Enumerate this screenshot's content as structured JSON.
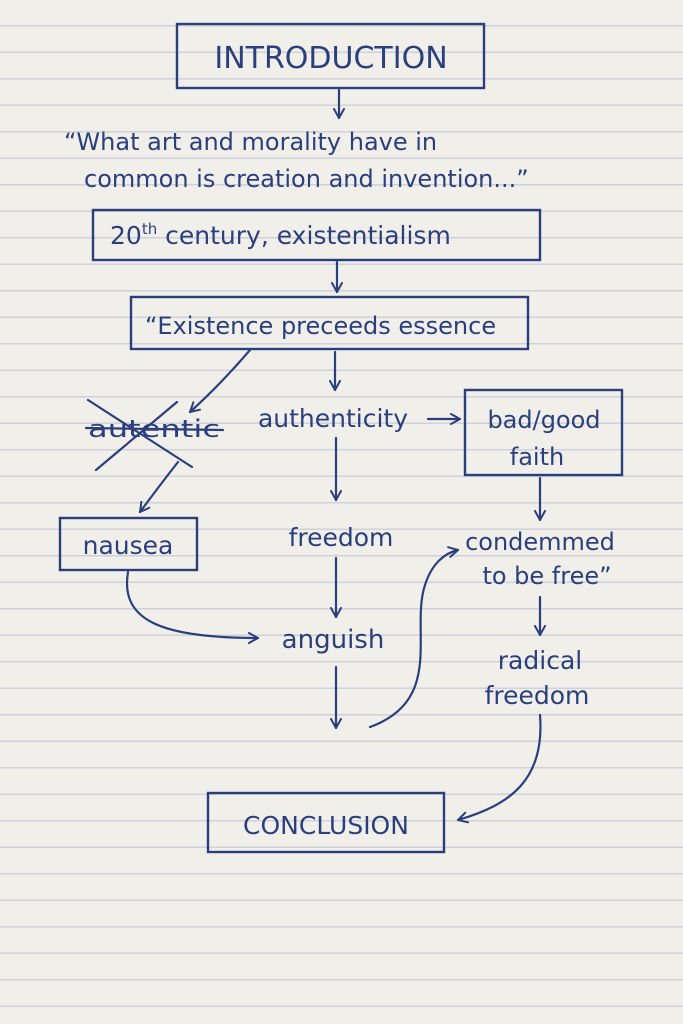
{
  "nodes": {
    "introduction": "INTRODUCTION",
    "quote_line1": "“What art and morality have in",
    "quote_line2": "common is creation and invention...”",
    "century": "20",
    "century_sup": "th",
    "century_rest": " century, existentialism",
    "existence": "“Existence preceeds essence",
    "crossed_word": "autentic",
    "authenticity": "authenticity",
    "bad_good_faith_line1": "bad/good",
    "bad_good_faith_line2": "faith",
    "nausea": "nausea",
    "freedom": "freedom",
    "condemned_line1": "condemmed",
    "condemned_line2": "to be free”",
    "anguish": "anguish",
    "radical_line1": "radical",
    "radical_line2": "freedom",
    "conclusion": "CONCLUSION"
  },
  "colors": {
    "ink": "#2b3f7d",
    "paper": "#f1efe9",
    "ruling": "#cfd2d8"
  }
}
